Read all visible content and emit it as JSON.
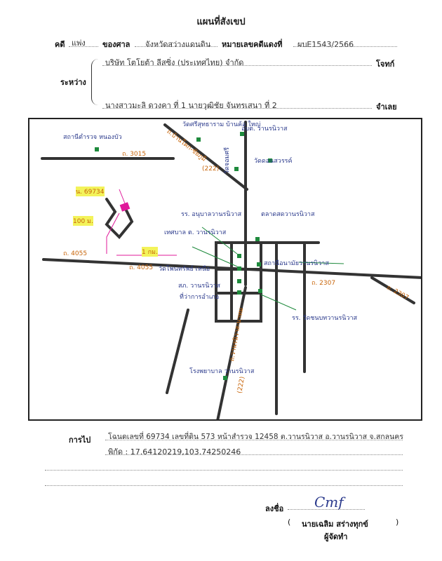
{
  "header": {
    "title": "แผนที่สังเขป",
    "case_label": "คดี",
    "case_type": "แพ่ง",
    "court_label": "ของศาล",
    "court": "จังหวัดสว่างแดนดิน",
    "black_no_label": "หมายเลขคดีแดงที่",
    "black_no": "ผบE1543/2566"
  },
  "parties": {
    "between_label": "ระหว่าง",
    "plaintiff": "บริษัท โตโยต้า ลีสซิ่ง (ประเทศไทย) จำกัด",
    "plaintiff_role": "โจทก์",
    "defendant": "นางสาวมะลิ ดวงคา ที่ 1 นายวุฒิชัย จันทรเสนา ที่ 2",
    "defendant_role": "จำเลย"
  },
  "map": {
    "labels": {
      "temple_chaiyaporn": "สถานีตำรวจ หนองบัว",
      "temple_top": "วัดศรีสุทธาราม บ้านค้อ ใหญ่",
      "road_left_top": "ถ.บ้านโคก-ชัยภูมิ",
      "road_222_top": "(222)",
      "ampur": "อบต. วานรนิวาส",
      "police": "วัดจอมศรี",
      "temple_right": "วัดดอนสวรรค์",
      "road_3015": "ถ. 3015",
      "plot_no": "น. 69734",
      "dist_100": "100 ม.",
      "school_mid": "รร. อนุบาลวานรนิวาส",
      "market": "ตลาดสดวานรนิวาส",
      "hospital": "เทศบาล ต. วานรนิวาส",
      "road_4055_left": "ถ. 4055",
      "dist_1km": "1 กม.",
      "road_4055_mid": "ถ. 4055",
      "temple_mid": "วัดโพนทรัพย์ เหนือ",
      "bank": "สถานีอนามัยวานรนิวาส",
      "office1": "สภ. วานรนิวาส",
      "office2": "ที่ว่าการอำเภอ",
      "road_2307_mid": "ถ. 2307",
      "road_2307_right": "ถ. 2307",
      "school_right": "รร. วัดชนบทวานรนิวาส",
      "road_bottom": "ถ.วานรนิวาส-นาทม",
      "road_222_bottom": "(222)",
      "hospital_bottom": "โรงพยาบาล วานรนิวาส"
    }
  },
  "footer": {
    "goto_label": "การไป",
    "goto_text": "โฉนดเลขที่ 69734 เลขที่ดิน 573 หน้าสำรวจ 12458 ต.วานรนิวาส อ.วานรนิวาส จ.สกลนคร",
    "coords": "พิกัด : 17.64120219,103.74250246",
    "sign_label": "ลงชื่อ",
    "signature": "Cmf",
    "signer_name": "นายเฉลิม สร่างทุกข์",
    "paren_open": "(",
    "paren_close": ")",
    "signer_role": "ผู้จัดทำ"
  },
  "colors": {
    "road": "#333333",
    "blue_text": "#2b3a8c",
    "orange_text": "#c8650a",
    "green_marker": "#1e8a3c",
    "highlight": "#f3f35a",
    "plot_marker": "#e0199a"
  }
}
